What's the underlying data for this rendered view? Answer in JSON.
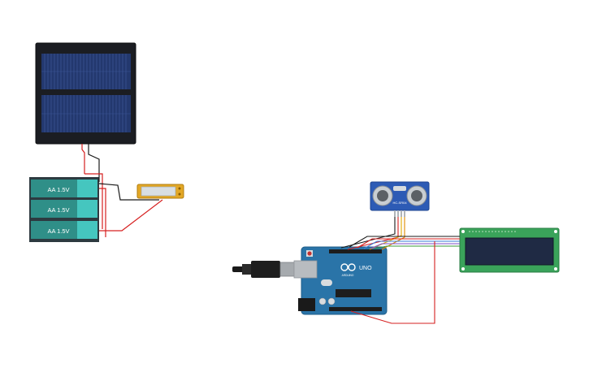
{
  "battery": {
    "cell_labels": [
      "AA 1.5V",
      "AA 1.5V",
      "AA 1.5V"
    ]
  },
  "ultrasonic": {
    "model": "HC-SR04"
  },
  "arduino": {
    "logo": "UNO",
    "subtitle": "ARDUINO"
  }
}
